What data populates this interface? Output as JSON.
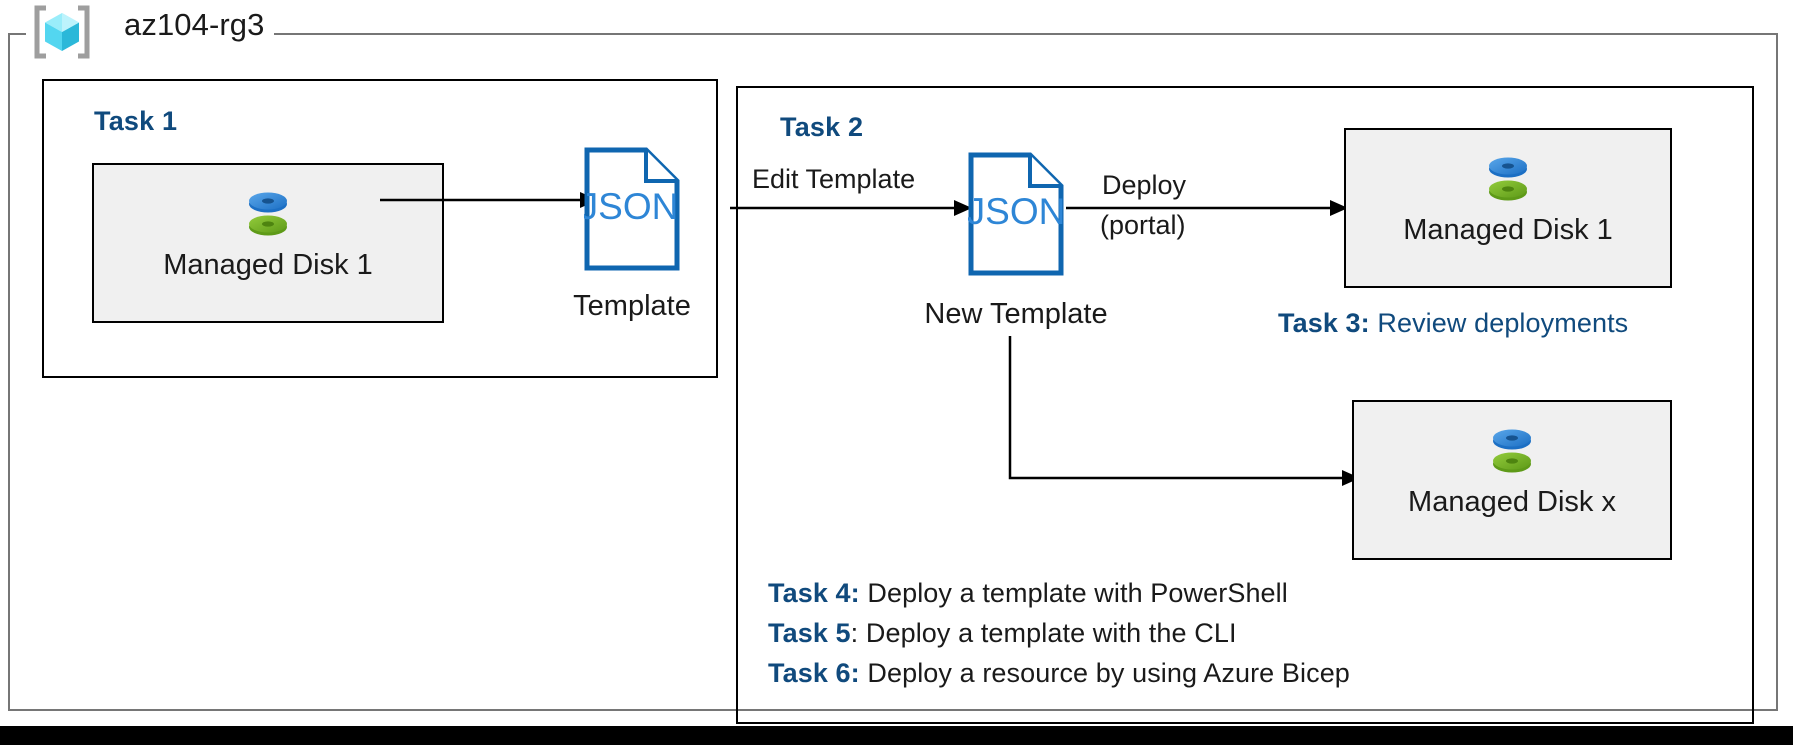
{
  "resource_group": {
    "icon": "azure-resource-group-cube-icon",
    "label": "az104-rg3"
  },
  "task1": {
    "heading": "Task 1",
    "resource": {
      "icon": "managed-disk-icon",
      "caption": "Managed Disk 1"
    },
    "template": {
      "icon": "json-document-icon",
      "doc_text": "JSON",
      "caption": "Template"
    },
    "arrow": "export-arrow"
  },
  "task2": {
    "heading": "Task 2",
    "edit_label": "Edit Template",
    "new_template": {
      "icon": "json-document-icon",
      "doc_text": "JSON",
      "caption": "New Template"
    },
    "deploy_label_line1": "Deploy",
    "deploy_label_line2": "(portal)",
    "deployed_resource": {
      "icon": "managed-disk-icon",
      "caption": "Managed Disk 1"
    },
    "scaled_resource": {
      "icon": "managed-disk-icon",
      "caption": "Managed Disk x"
    }
  },
  "task3": {
    "key": "Task 3:",
    "description": "Review deployments"
  },
  "task4": {
    "key": "Task 4:",
    "description": "Deploy a template with PowerShell"
  },
  "task5": {
    "key": "Task 5",
    "separator": ": ",
    "description": "Deploy a template with the CLI"
  },
  "task6": {
    "key": "Task 6:",
    "description": "Deploy a resource by using Azure Bicep"
  },
  "colors": {
    "azure_blue": "#0F6CBD",
    "task_heading_navy": "#104A7D",
    "frame_gray": "#767676",
    "box_fill": "#f0f0f0",
    "disk_blue": "#3C8FDE",
    "disk_green": "#7DB92B",
    "cube_cyan": "#6FE2F5",
    "text_dark": "#1a1a1a"
  }
}
